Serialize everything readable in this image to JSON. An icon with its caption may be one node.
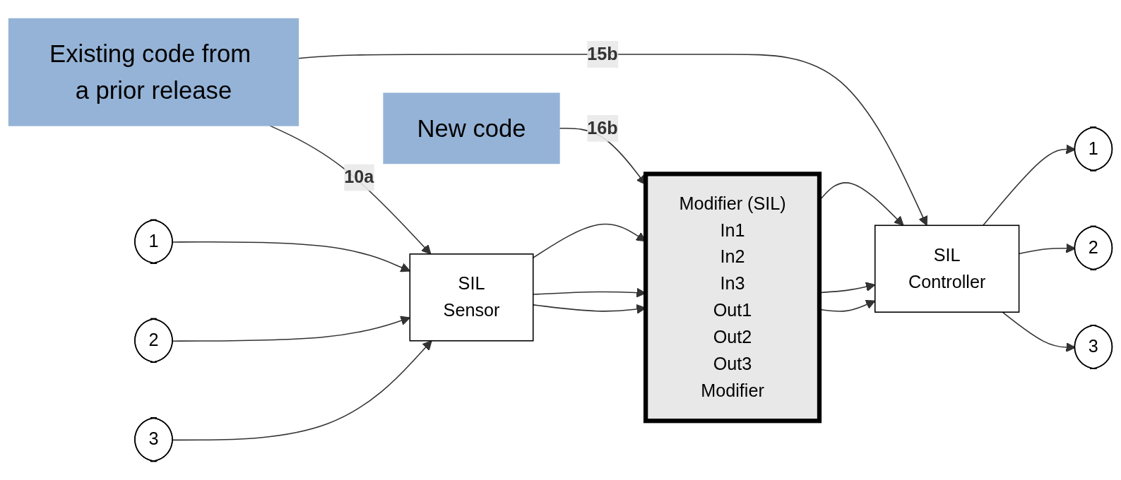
{
  "diagram": {
    "nodes": [
      {
        "text": [
          "Existing code from a prior release"
        ]
      },
      {
        "text": [
          "New code"
        ]
      },
      {
        "text": [
          "1"
        ]
      },
      {
        "text": [
          "2"
        ]
      },
      {
        "text": [
          "3"
        ]
      },
      {
        "text": [
          "SIL",
          "Sensor"
        ]
      },
      {
        "text": [
          "Modifier (SIL)",
          "In1",
          "In2",
          "In3",
          "Out1",
          "Out2",
          "Out3",
          "Modifier"
        ]
      },
      {
        "text": [
          "SIL",
          "Controller"
        ]
      },
      {
        "text": [
          "1"
        ]
      },
      {
        "text": [
          "2"
        ]
      },
      {
        "text": [
          "3"
        ]
      }
    ],
    "edges": [
      {
        "from": 0,
        "to": 5,
        "arrow": "to",
        "label": "10a"
      },
      {
        "from": 0,
        "to": 7,
        "arrow": "to",
        "label": "15b"
      },
      {
        "from": 1,
        "to": 6,
        "arrow": "to",
        "label": "16b"
      },
      {
        "from": 2,
        "to": 5,
        "arrow": "to"
      },
      {
        "from": 3,
        "to": 5,
        "arrow": "to"
      },
      {
        "from": 4,
        "to": 5,
        "arrow": "to"
      },
      {
        "from": 5,
        "to": 6,
        "arrow": "to"
      },
      {
        "from": 5,
        "to": 6,
        "arrow": "to"
      },
      {
        "from": 5,
        "to": 6,
        "arrow": "to"
      },
      {
        "from": 6,
        "to": 7,
        "arrow": "to"
      },
      {
        "from": 6,
        "to": 7,
        "arrow": "to"
      },
      {
        "from": 6,
        "to": 7,
        "arrow": "to"
      },
      {
        "from": 7,
        "to": 8,
        "arrow": "to"
      },
      {
        "from": 7,
        "to": 9,
        "arrow": "to"
      },
      {
        "from": 7,
        "to": 10,
        "arrow": "to"
      }
    ]
  }
}
